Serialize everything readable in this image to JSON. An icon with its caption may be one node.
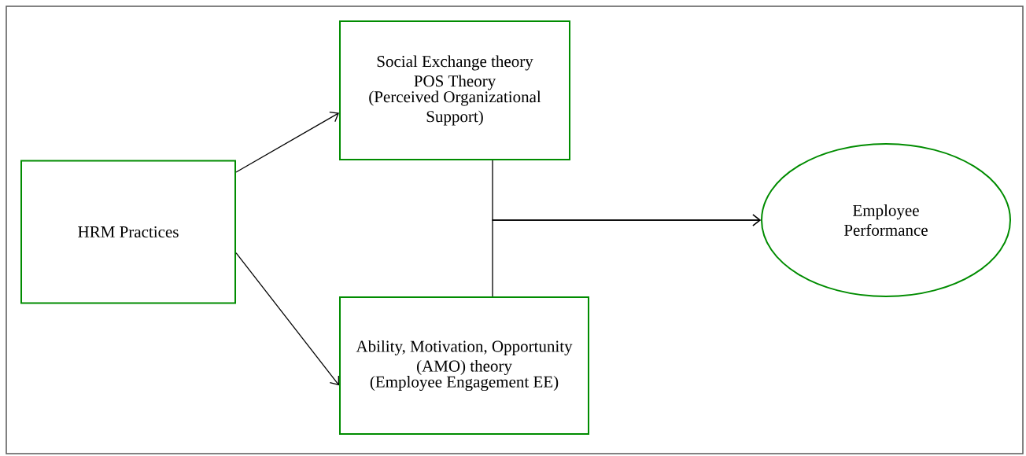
{
  "diagram": {
    "nodes": [
      {
        "text": [
          "HRM Practices"
        ]
      },
      {
        "text": [
          "Social Exchange theory",
          "POS Theory",
          "(Perceived Organizational Support)"
        ]
      },
      {
        "text": [
          "Ability, Motivation, Opportunity (AMO) theory",
          "(Employee Engagement EE)"
        ]
      },
      {
        "text": [
          "Employee Performance"
        ]
      }
    ],
    "edges": [
      {
        "from": 0,
        "to": 1,
        "arrow": "to"
      },
      {
        "from": 0,
        "to": 2,
        "arrow": "to"
      },
      {
        "from": 1,
        "to": 3,
        "arrow": "to"
      },
      {
        "from": 2,
        "to": 3,
        "arrow": "to"
      }
    ]
  }
}
